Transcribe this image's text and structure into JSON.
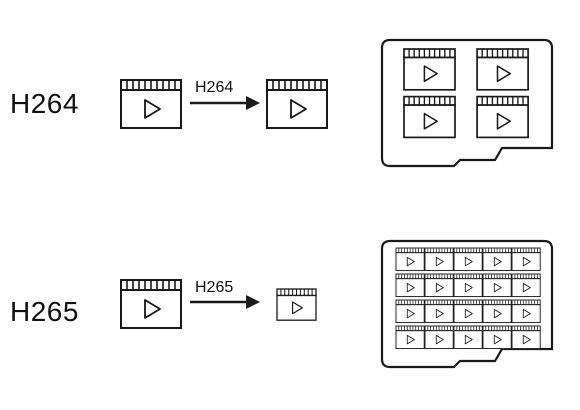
{
  "rows": [
    {
      "label": "H264",
      "codec_label": "H264",
      "card_grid": {
        "cols": 2,
        "rows": 2
      }
    },
    {
      "label": "H265",
      "codec_label": "H265",
      "card_grid": {
        "cols": 5,
        "rows": 4
      }
    }
  ],
  "colors": {
    "stroke": "#1a1a1a",
    "background": "#ffffff",
    "text": "#111111"
  },
  "icons": [
    "video-clip-icon",
    "arrow-right-icon",
    "memory-card-icon",
    "play-icon"
  ]
}
